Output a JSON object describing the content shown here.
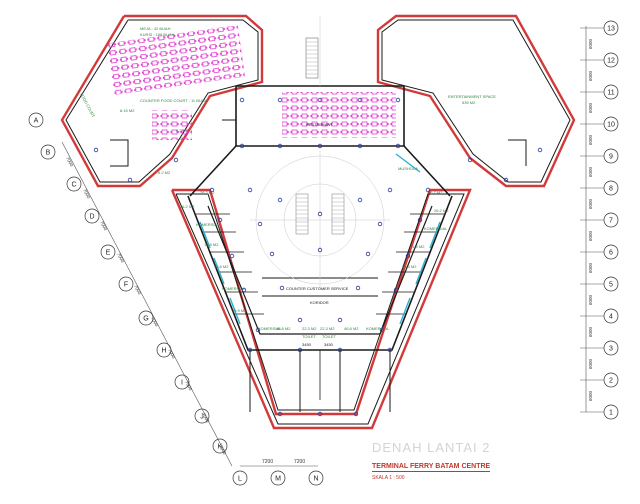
{
  "drawing": {
    "title_faint": "DENAH LANTAI 2",
    "title": "TERMINAL FERRY BATAM CENTRE",
    "scale": "SKALA 1 : 500"
  },
  "grid": {
    "numbers": [
      "13",
      "12",
      "11",
      "10",
      "9",
      "8",
      "7",
      "6",
      "5",
      "4",
      "3",
      "2",
      "1"
    ],
    "letters": [
      "A",
      "B",
      "C",
      "D",
      "E",
      "F",
      "G",
      "H",
      "I",
      "J",
      "K",
      "L",
      "M",
      "N"
    ],
    "right_dims": [
      "6000",
      "6000",
      "6000",
      "6000",
      "6000",
      "6000",
      "6000",
      "6000",
      "6000",
      "6000",
      "6000",
      "6000"
    ],
    "left_dims": [
      "7000",
      "7000",
      "7000",
      "7000",
      "7000",
      "7000",
      "7000",
      "7000",
      "7000",
      "7000"
    ],
    "bottom_dims": [
      "7200",
      "7200"
    ]
  },
  "labels": {
    "meja": "MEJA : 42 BUAH",
    "kursi": "KURSI : 168 BUAH",
    "counter_food": "COUNTER FOOD COURT : 11 BUAH",
    "food_court_area": "8.15 M2",
    "food_court": "FOOD COURT",
    "restaurant": "RESTAURANT",
    "entertainment": "ENTERTAINMENT SPACE",
    "entertainment_area": "535 M2",
    "komersial_1": "KOMERSIAL",
    "komersial_2": "KOMERSIAL",
    "komersial_3": "KOMERSIAL",
    "komersial_4": "KOMERSIAL",
    "komersial_5": "KOMERSIAL",
    "area_1": "26.2 M2",
    "area_2": "26.2 M2",
    "area_3": "26.7 M2",
    "area_4": "26.2 M2",
    "area_5": "15.8 M2",
    "area_6": "41.8 M2",
    "area_7": "15.8 M2",
    "area_8": "26.3 M2",
    "area_9": "35.9 M2",
    "area_10": "46.8 M2",
    "area_11": "22.3 M2",
    "area_12": "22.3 M2",
    "area_13": "46.8 M2",
    "area_14": "6.2 M2",
    "area_15": "6.2 M2",
    "counter_cs": "COUNTER CUSTOMER SERVICE",
    "koridor": "KORIDOR",
    "mushola": "MUSHOLA",
    "toilet_1": "TOILET",
    "toilet_2": "TOILET",
    "dim_a": "3450",
    "dim_b": "3450"
  },
  "colors": {
    "wall": "#1a1a1a",
    "outer_wall": "#d23a3a",
    "grid": "#3a3a3a",
    "furniture": "#e040d0",
    "green_label": "#2a8a3a",
    "column": "#2a3a9a",
    "cyan": "#2ab0d0",
    "title": "#c0392b"
  }
}
